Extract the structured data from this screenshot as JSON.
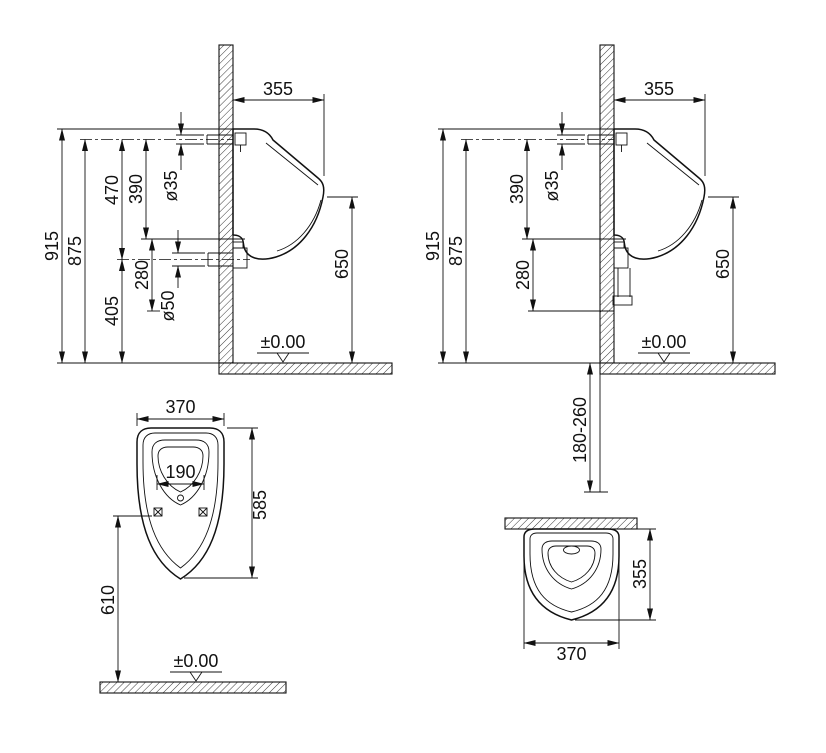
{
  "colors": {
    "line": "#111111",
    "background": "#ffffff"
  },
  "views": {
    "side_left": {
      "dim_355": "355",
      "dim_915": "915",
      "dim_875": "875",
      "dim_470": "470",
      "dim_390": "390",
      "dim_dia35": "ø35",
      "dim_280": "280",
      "dim_405": "405",
      "dim_dia50": "ø50",
      "dim_650": "650",
      "datum": "±0.00"
    },
    "side_right": {
      "dim_355": "355",
      "dim_915": "915",
      "dim_875": "875",
      "dim_390": "390",
      "dim_dia35": "ø35",
      "dim_280": "280",
      "dim_650": "650",
      "datum": "±0.00",
      "dim_range": "180-260"
    },
    "front": {
      "dim_370": "370",
      "dim_190": "190",
      "dim_585": "585",
      "dim_610": "610",
      "datum": "±0.00"
    },
    "top": {
      "dim_355": "355",
      "dim_370": "370"
    }
  }
}
